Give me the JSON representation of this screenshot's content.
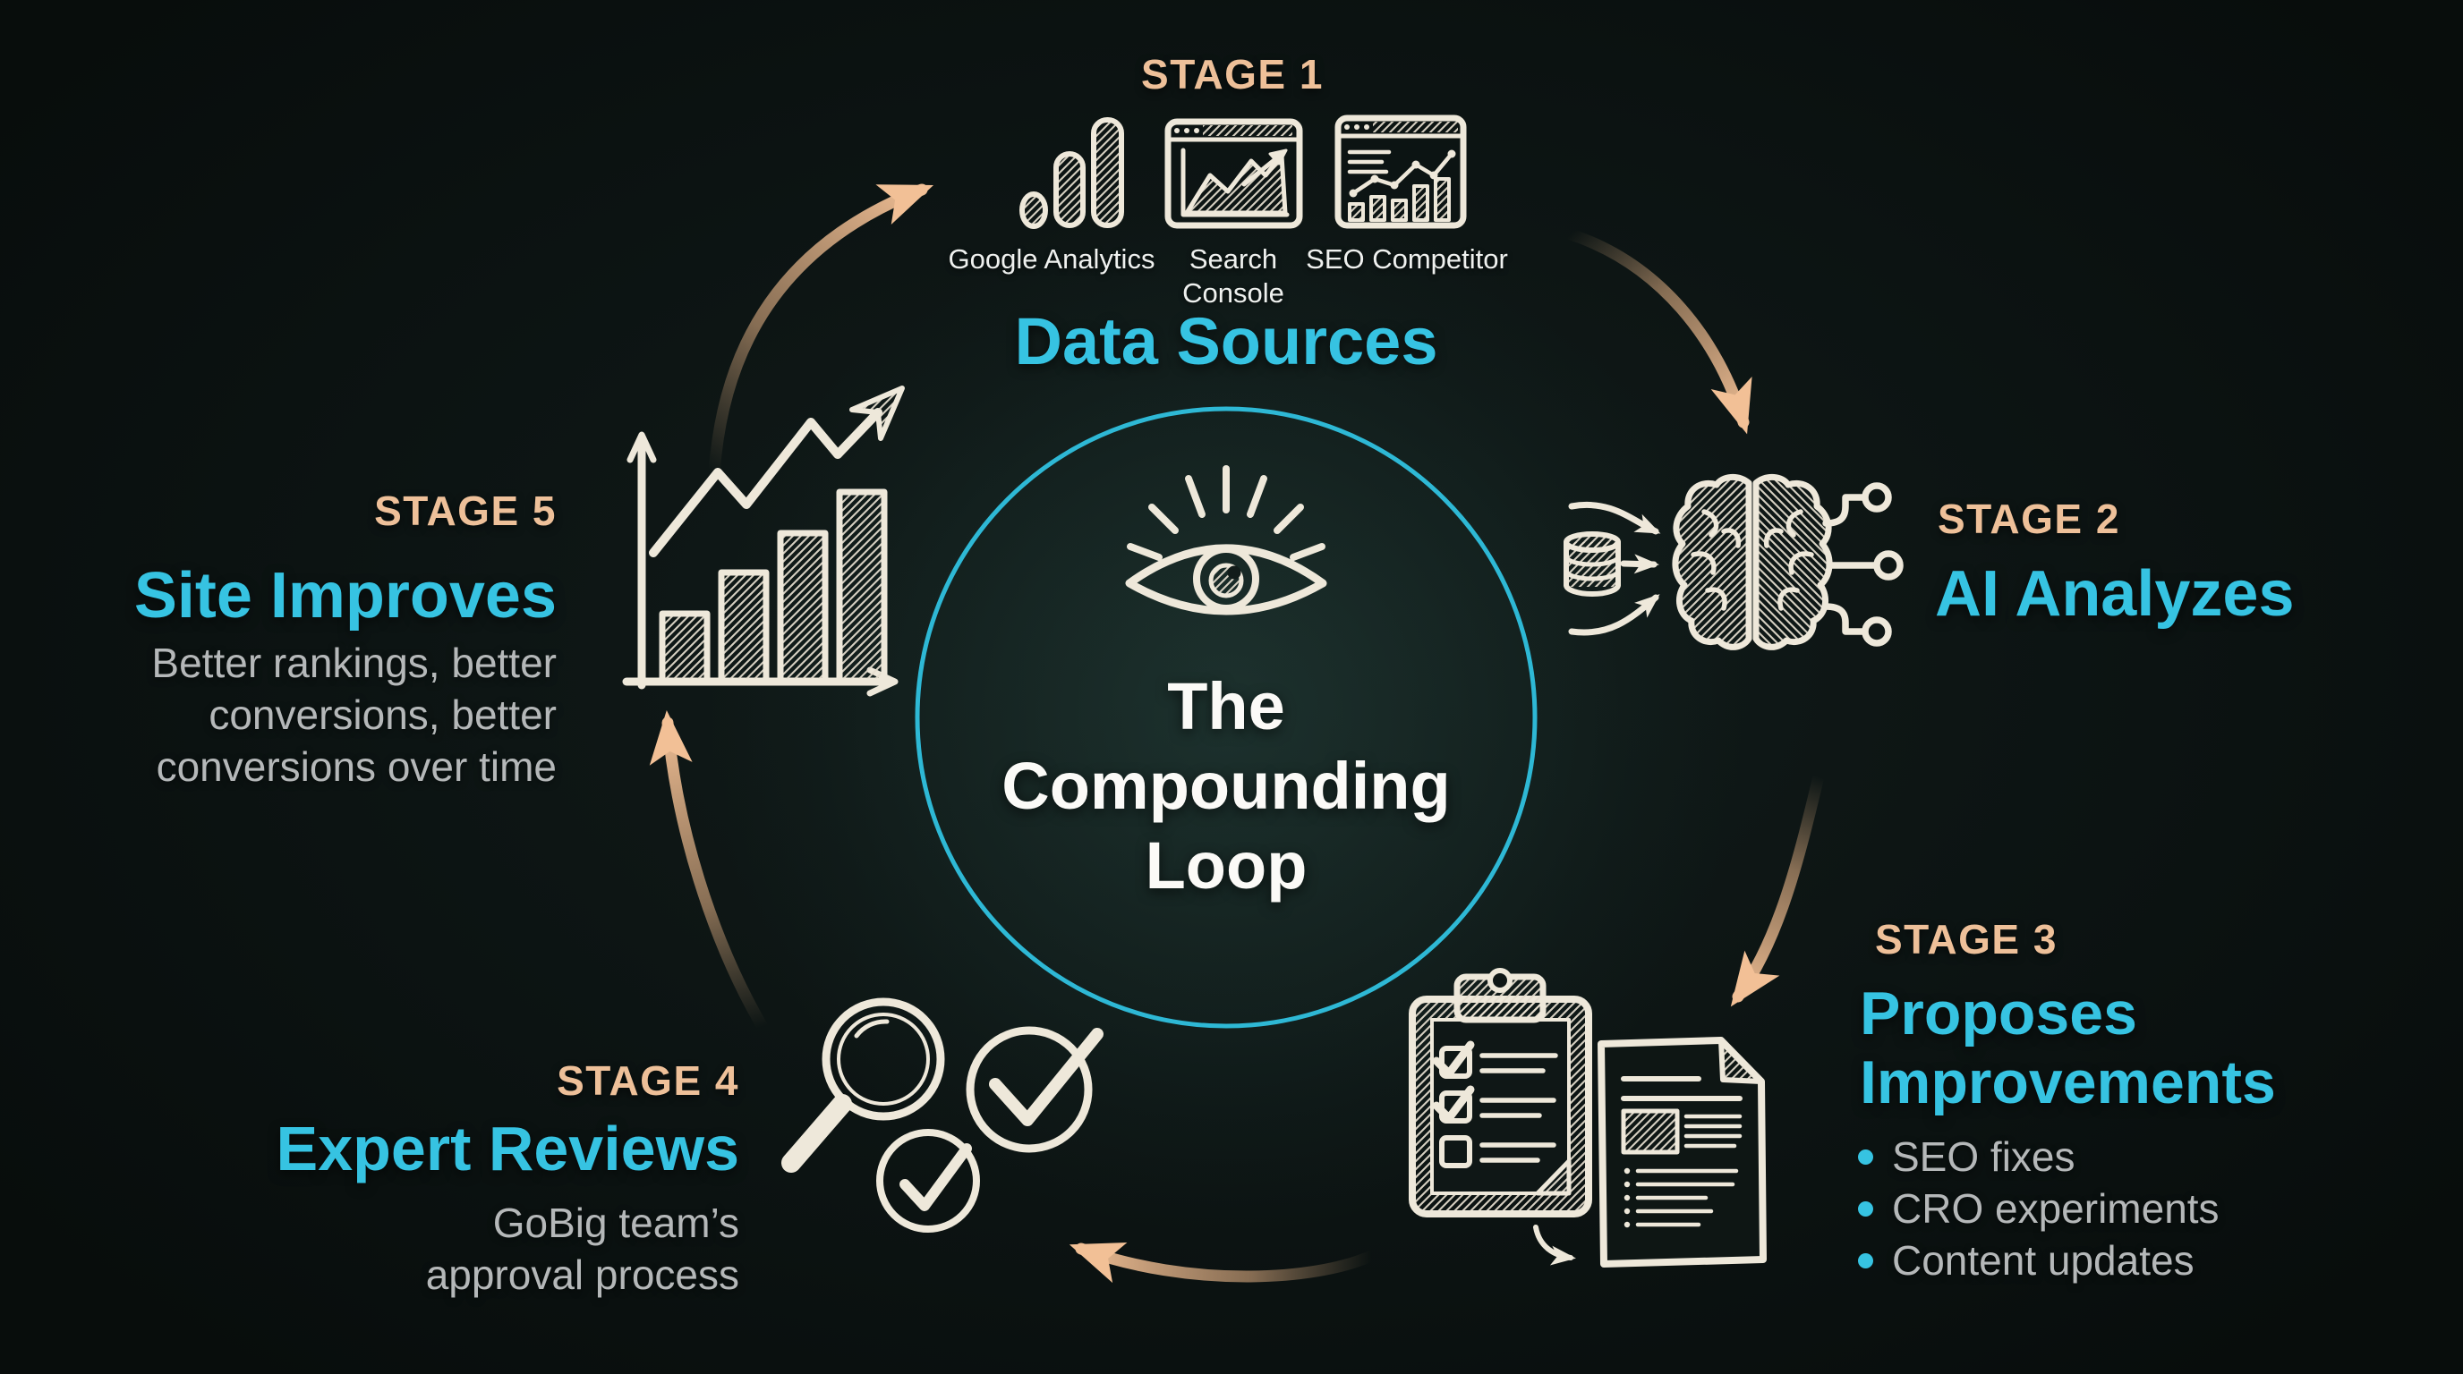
{
  "canvas": {
    "width": "2752",
    "height": "1536"
  },
  "center": {
    "line1": "The",
    "line2": "Compounding",
    "line3": "Loop"
  },
  "stage1": {
    "label": "STAGE 1",
    "title": "Data Sources",
    "icons": [
      {
        "name": "google-analytics-icon",
        "label": "Google Analytics"
      },
      {
        "name": "search-console-icon",
        "label_line1": "Search",
        "label_line2": "Console"
      },
      {
        "name": "seo-competitor-icon",
        "label": "SEO Competitor"
      }
    ]
  },
  "stage2": {
    "label": "STAGE 2",
    "title": "AI Analyzes"
  },
  "stage3": {
    "label": "STAGE 3",
    "title_line1": "Proposes",
    "title_line2": "Improvements",
    "bullets": [
      "SEO fixes",
      "CRO experiments",
      "Content updates"
    ]
  },
  "stage4": {
    "label": "STAGE 4",
    "title": "Expert Reviews",
    "subtitle_line1": "GoBig team’s",
    "subtitle_line2": "approval process"
  },
  "stage5": {
    "label": "STAGE 5",
    "title": "Site Improves",
    "subtitle_line1": "Better rankings, better",
    "subtitle_line2": "conversions, better",
    "subtitle_line3": "conversions over time"
  },
  "colors": {
    "background": "#0c1312",
    "accent_cyan": "#36c3e2",
    "stage_tan": "#eec099",
    "arrow_peach": "#f0bd93",
    "sketch_white": "#eee8da",
    "body_gray": "#b5b8b9",
    "title_white": "#fbfaf7",
    "circle_stroke": "#2eb8d5"
  }
}
